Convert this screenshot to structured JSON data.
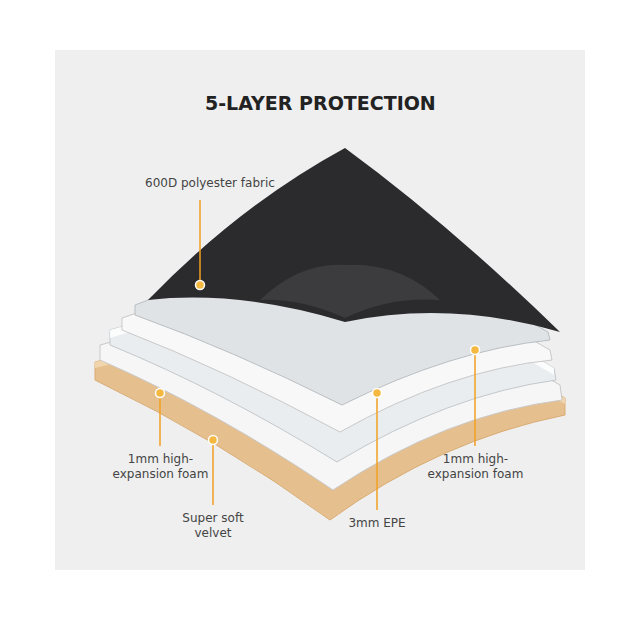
{
  "diagram": {
    "title": "5-LAYER PROTECTION",
    "labels": [
      "600D polyester fabric",
      "1mm high-expansion foam",
      "Super soft velvet",
      "3mm EPE",
      "1mm high-expansion foam"
    ]
  }
}
